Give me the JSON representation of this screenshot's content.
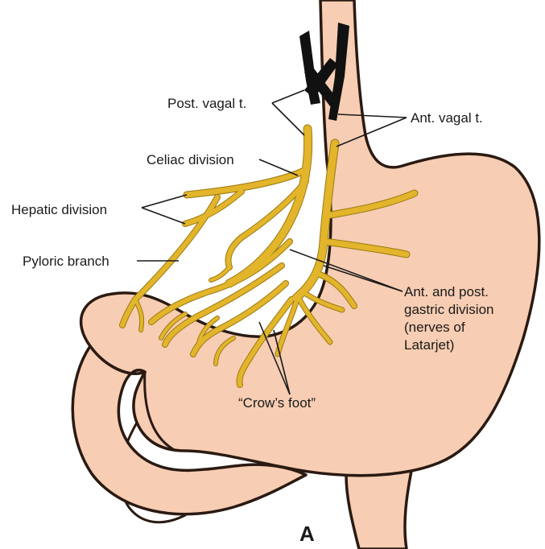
{
  "figure_letter": "A",
  "labels": {
    "post_vagal": "Post. vagal t.",
    "ant_vagal": "Ant. vagal t.",
    "celiac": "Celiac division",
    "hepatic": "Hepatic division",
    "pyloric": "Pyloric branch",
    "gastric": [
      "Ant. and post.",
      "gastric division",
      "(nerves of",
      "Latarjet)"
    ],
    "crows_foot": "“Crow’s foot”"
  },
  "colors": {
    "stomach": "#f7cdb3",
    "outline": "#2a1a12",
    "nerve": "#e2b52b",
    "vagal_trunk": "#111111"
  }
}
